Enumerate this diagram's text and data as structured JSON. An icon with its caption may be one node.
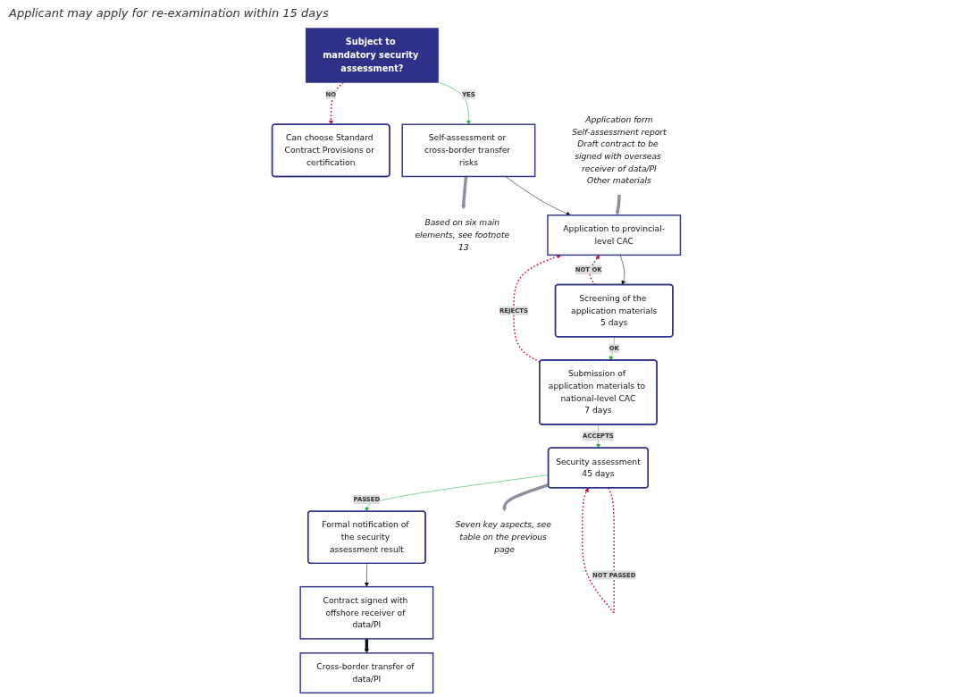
{
  "diagram": {
    "nodes": [
      {
        "text": [
          "Can choose Standard Contract Provisions or certification"
        ]
      },
      {
        "text": [
          "Subject to mandatory security assessment?"
        ]
      },
      {
        "text": [
          "Self-assessment or cross-border transfer risks"
        ]
      },
      {
        "text": [
          "Based on six main elements, see footnote 13"
        ]
      },
      {
        "text": [
          "Application form",
          "Self-assessment report",
          "Draft contract to be signed with overseas receiver of data/PI",
          "Other materials"
        ]
      },
      {
        "text": [
          "Application to provincial-level CAC"
        ]
      },
      {
        "text": [
          "Screening of the application materials",
          "5 days"
        ]
      },
      {
        "text": [
          "Submission of application materials to national-level CAC",
          "7 days"
        ]
      },
      {
        "text": [
          "Security assessment",
          "45 days"
        ]
      },
      {
        "text": [
          "Formal notification of the security assessment result"
        ]
      },
      {
        "text": [
          "Contract signed with offshore receiver of data/PI"
        ]
      },
      {
        "text": [
          "Cross-border transfer of data/PI"
        ]
      },
      {
        "text": [
          "Seven key aspects, see table on the previous page"
        ]
      }
    ],
    "edges": [
      {
        "from": 1,
        "to": 0,
        "arrow": "to",
        "label": "NO",
        "style": "dashed",
        "color": "#c8103e"
      },
      {
        "from": 1,
        "to": 2,
        "arrow": "to",
        "label": "YES",
        "color": "#2ea84a"
      },
      {
        "from": 2,
        "to": 3,
        "arrow": "to",
        "style": "thick",
        "color": "#8e8e9e"
      },
      {
        "from": 4,
        "to": 5,
        "arrow": "to",
        "style": "thick",
        "color": "#8e8e9e"
      },
      {
        "from": 2,
        "to": 5,
        "arrow": "to",
        "color": "#111111"
      },
      {
        "from": 5,
        "to": 6,
        "arrow": "to",
        "color": "#111111"
      },
      {
        "from": 6,
        "to": 5,
        "arrow": "to",
        "label": "NOT OK",
        "style": "dashed",
        "color": "#c8103e"
      },
      {
        "from": 6,
        "to": 7,
        "arrow": "to",
        "label": "OK",
        "color": "#2ea84a"
      },
      {
        "from": 7,
        "to": 5,
        "arrow": "to",
        "label": "REJECTS",
        "style": "dashed",
        "color": "#c8103e"
      },
      {
        "from": 7,
        "to": 8,
        "arrow": "to",
        "label": "ACCEPTS",
        "color": "#2ea84a"
      },
      {
        "from": 8,
        "to": 8,
        "arrow": "to",
        "label": "NOT PASSED",
        "style": "dashed",
        "color": "#c8103e"
      },
      {
        "from": 8,
        "to": 9,
        "arrow": "to",
        "label": "PASSED",
        "color": "#2ea84a"
      },
      {
        "from": 9,
        "to": 10,
        "arrow": "to",
        "color": "#111111"
      },
      {
        "from": 10,
        "to": 11,
        "arrow": "to",
        "style": "thick",
        "color": "#111111"
      },
      {
        "from": 8,
        "to": 12,
        "arrow": "to",
        "style": "thick",
        "color": "#8e8e9e"
      }
    ],
    "labels": [
      "Applicant may apply for re-examination within 15 days"
    ]
  }
}
